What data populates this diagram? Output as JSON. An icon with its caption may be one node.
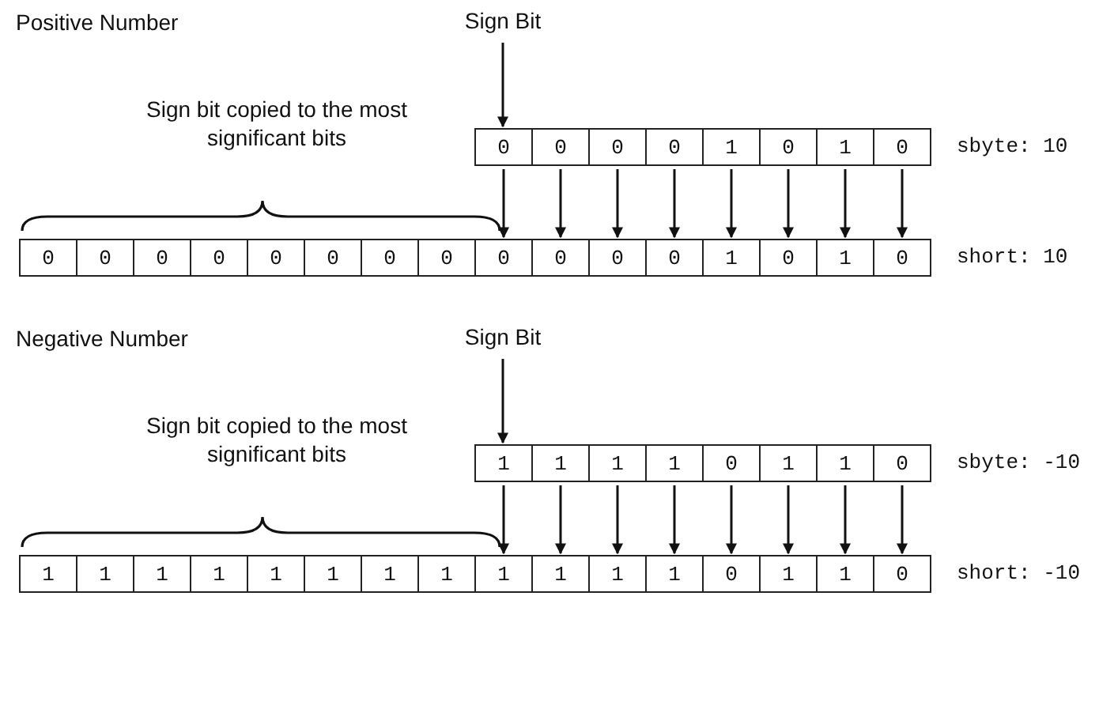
{
  "diagram": {
    "nodes": [
      {
        "text": [
          "Sign Bit"
        ]
      },
      {
        "text": [
          "0"
        ]
      },
      {
        "text": [
          "0"
        ]
      },
      {
        "text": [
          "0"
        ]
      },
      {
        "text": [
          "0"
        ]
      },
      {
        "text": [
          "1"
        ]
      },
      {
        "text": [
          "0"
        ]
      },
      {
        "text": [
          "1"
        ]
      },
      {
        "text": [
          "0"
        ]
      },
      {
        "text": [
          "0"
        ]
      },
      {
        "text": [
          "0"
        ]
      },
      {
        "text": [
          "0"
        ]
      },
      {
        "text": [
          "0"
        ]
      },
      {
        "text": [
          "0"
        ]
      },
      {
        "text": [
          "0"
        ]
      },
      {
        "text": [
          "0"
        ]
      },
      {
        "text": [
          "0"
        ]
      },
      {
        "text": [
          "0"
        ]
      },
      {
        "text": [
          "0"
        ]
      },
      {
        "text": [
          "0"
        ]
      },
      {
        "text": [
          "0"
        ]
      },
      {
        "text": [
          "1"
        ]
      },
      {
        "text": [
          "0"
        ]
      },
      {
        "text": [
          "1"
        ]
      },
      {
        "text": [
          "0"
        ]
      },
      {
        "text": [
          "Sign Bit"
        ]
      },
      {
        "text": [
          "1"
        ]
      },
      {
        "text": [
          "1"
        ]
      },
      {
        "text": [
          "1"
        ]
      },
      {
        "text": [
          "1"
        ]
      },
      {
        "text": [
          "0"
        ]
      },
      {
        "text": [
          "1"
        ]
      },
      {
        "text": [
          "1"
        ]
      },
      {
        "text": [
          "0"
        ]
      },
      {
        "text": [
          "1"
        ]
      },
      {
        "text": [
          "1"
        ]
      },
      {
        "text": [
          "1"
        ]
      },
      {
        "text": [
          "1"
        ]
      },
      {
        "text": [
          "1"
        ]
      },
      {
        "text": [
          "1"
        ]
      },
      {
        "text": [
          "1"
        ]
      },
      {
        "text": [
          "1"
        ]
      },
      {
        "text": [
          "1"
        ]
      },
      {
        "text": [
          "1"
        ]
      },
      {
        "text": [
          "1"
        ]
      },
      {
        "text": [
          "1"
        ]
      },
      {
        "text": [
          "0"
        ]
      },
      {
        "text": [
          "1"
        ]
      },
      {
        "text": [
          "1"
        ]
      },
      {
        "text": [
          "0"
        ]
      }
    ],
    "edges": [
      {
        "from": 0,
        "to": 1,
        "arrow": "to"
      },
      {
        "from": 1,
        "to": 17,
        "arrow": "to"
      },
      {
        "from": 2,
        "to": 18,
        "arrow": "to"
      },
      {
        "from": 3,
        "to": 19,
        "arrow": "to"
      },
      {
        "from": 4,
        "to": 20,
        "arrow": "to"
      },
      {
        "from": 5,
        "to": 21,
        "arrow": "to"
      },
      {
        "from": 6,
        "to": 22,
        "arrow": "to"
      },
      {
        "from": 7,
        "to": 23,
        "arrow": "to"
      },
      {
        "from": 8,
        "to": 24,
        "arrow": "to"
      },
      {
        "from": 25,
        "to": 26,
        "arrow": "to"
      },
      {
        "from": 26,
        "to": 42,
        "arrow": "to"
      },
      {
        "from": 27,
        "to": 43,
        "arrow": "to"
      },
      {
        "from": 28,
        "to": 44,
        "arrow": "to"
      },
      {
        "from": 29,
        "to": 45,
        "arrow": "to"
      },
      {
        "from": 30,
        "to": 46,
        "arrow": "to"
      },
      {
        "from": 31,
        "to": 47,
        "arrow": "to"
      },
      {
        "from": 32,
        "to": 48,
        "arrow": "to"
      },
      {
        "from": 33,
        "to": 49,
        "arrow": "to"
      }
    ],
    "labels": [
      "Positive Number",
      "Sign bit copied to the most significant bits",
      "sbyte: 10",
      "short: 10",
      "Negative Number",
      "Sign bit copied to the most significant bits",
      "sbyte: -10",
      "short: -10"
    ]
  }
}
